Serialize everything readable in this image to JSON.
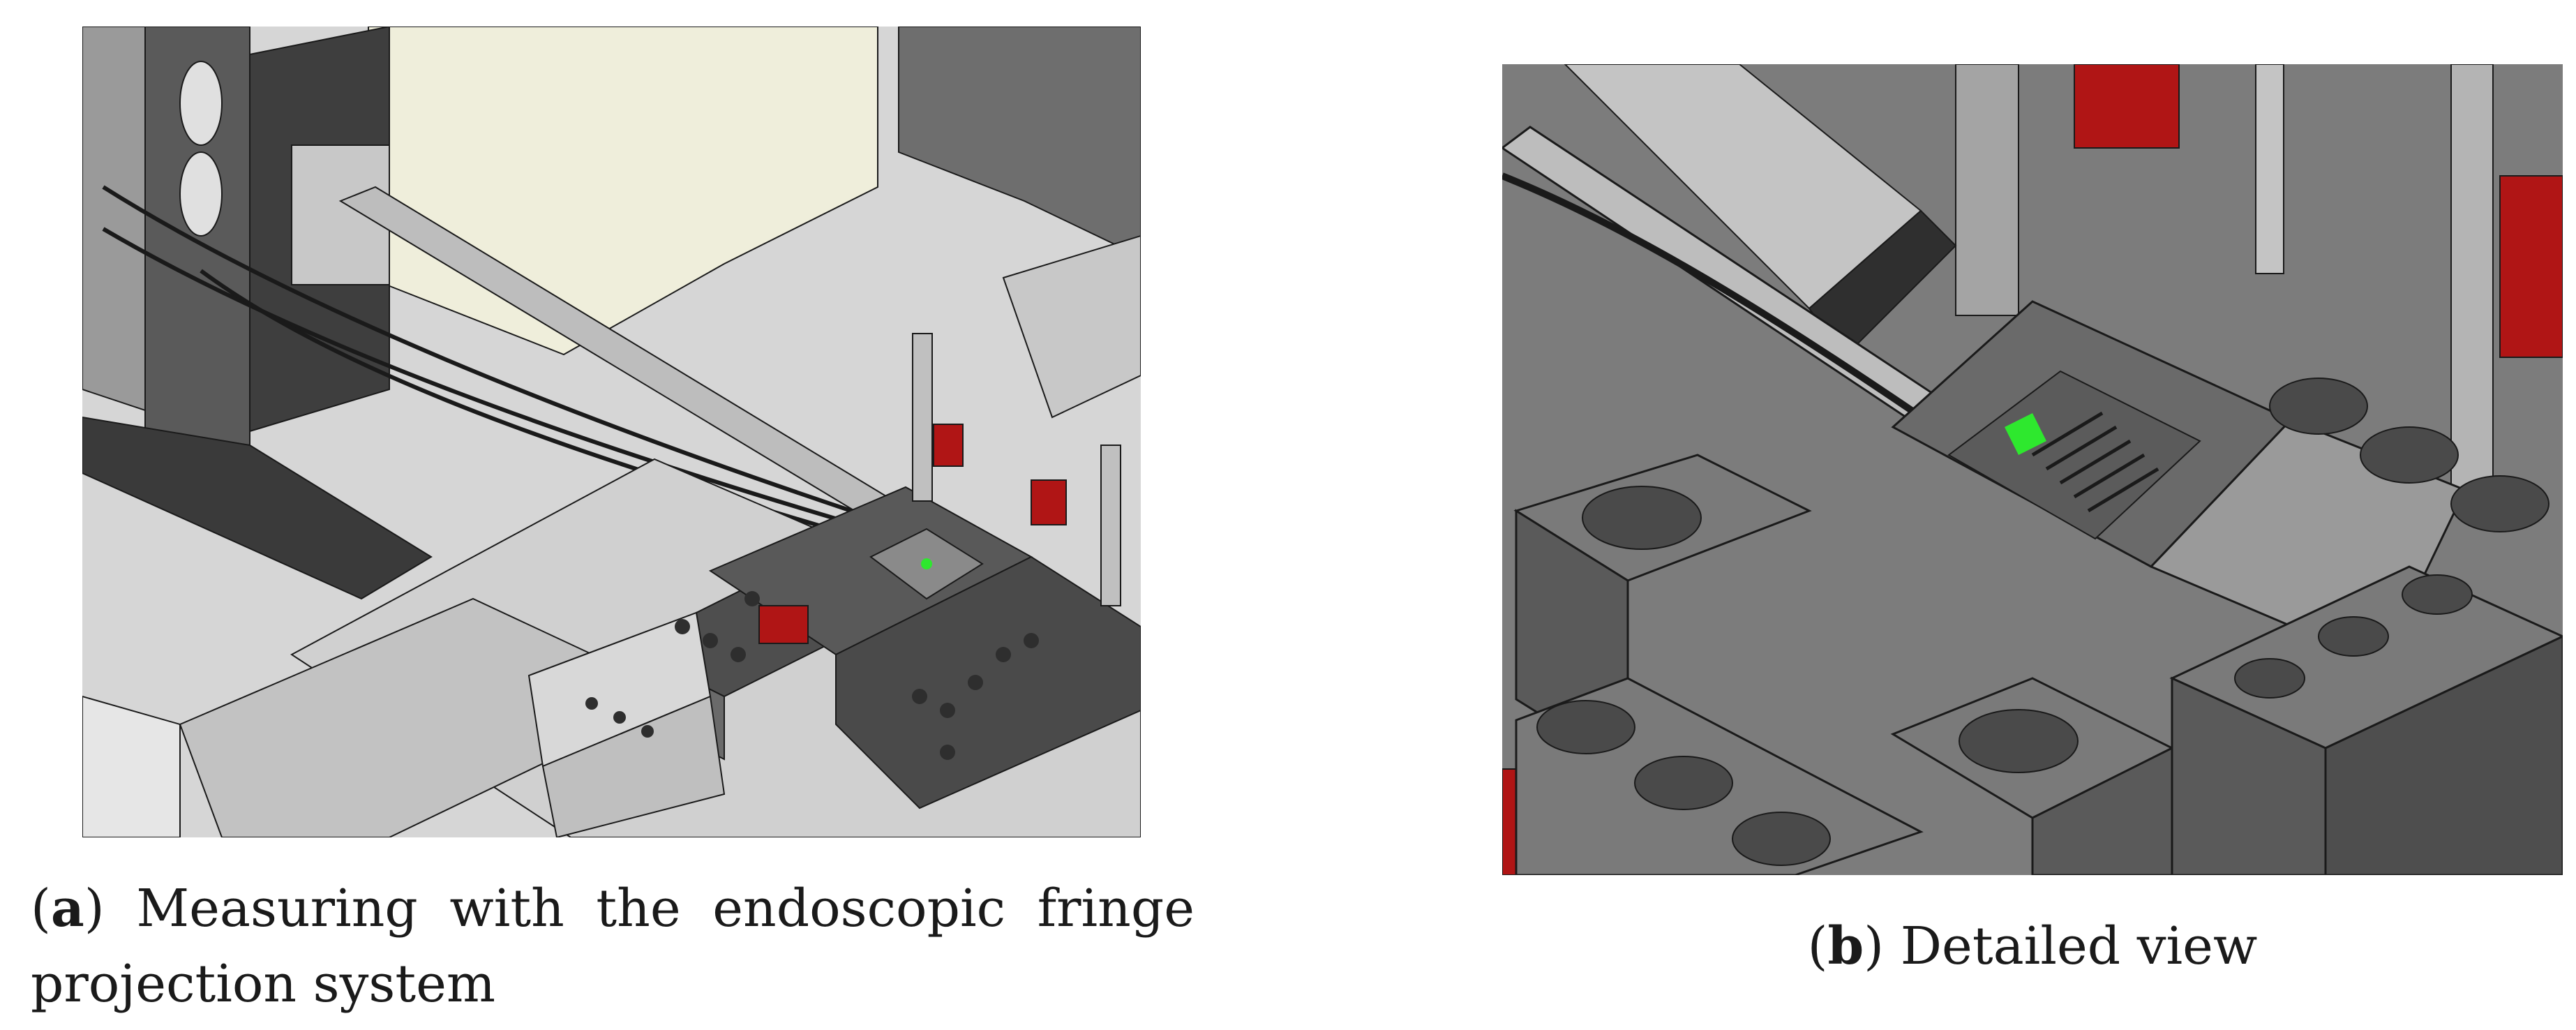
{
  "figure": {
    "panel_a": {
      "label": "a",
      "caption_line1": "Measuring with the endoscopic fringe",
      "caption_line2": "projection system"
    },
    "panel_b": {
      "label": "b",
      "caption": "Detailed view"
    }
  },
  "colors": {
    "cad_gray_light": "#cfcfcf",
    "cad_gray_mid": "#8a8a8a",
    "cad_gray_dark": "#555555",
    "wall_cream": "#efeedb",
    "clamp_red": "#b01515",
    "sensor_green": "#2ee82e",
    "edge_black": "#1a1a1a"
  }
}
